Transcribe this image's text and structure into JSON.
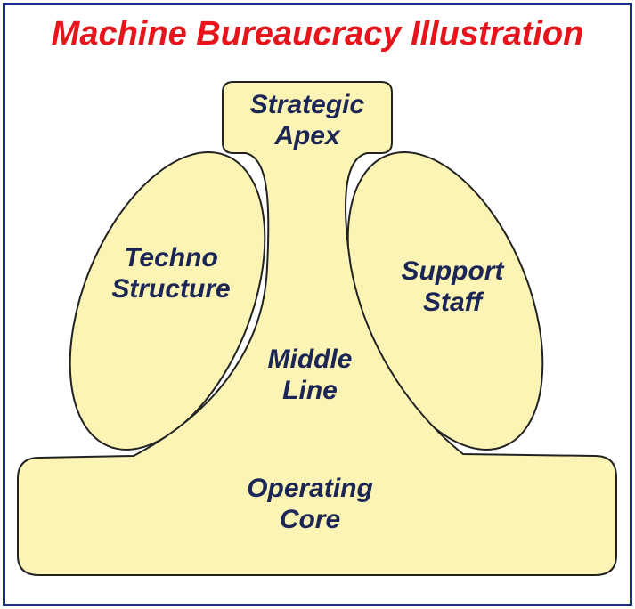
{
  "title": "Machine Bureaucracy Illustration",
  "colors": {
    "title": "#e8141b",
    "label": "#1c2656",
    "shape_fill": "#fbf4b4",
    "shape_stroke": "#222222",
    "frame": "#1a2a8c"
  },
  "parts": {
    "strategic_apex": {
      "line1": "Strategic",
      "line2": "Apex"
    },
    "techno_structure": {
      "line1": "Techno",
      "line2": "Structure"
    },
    "support_staff": {
      "line1": "Support",
      "line2": "Staff"
    },
    "middle_line": {
      "line1": "Middle",
      "line2": "Line"
    },
    "operating_core": {
      "line1": "Operating",
      "line2": "Core"
    }
  }
}
